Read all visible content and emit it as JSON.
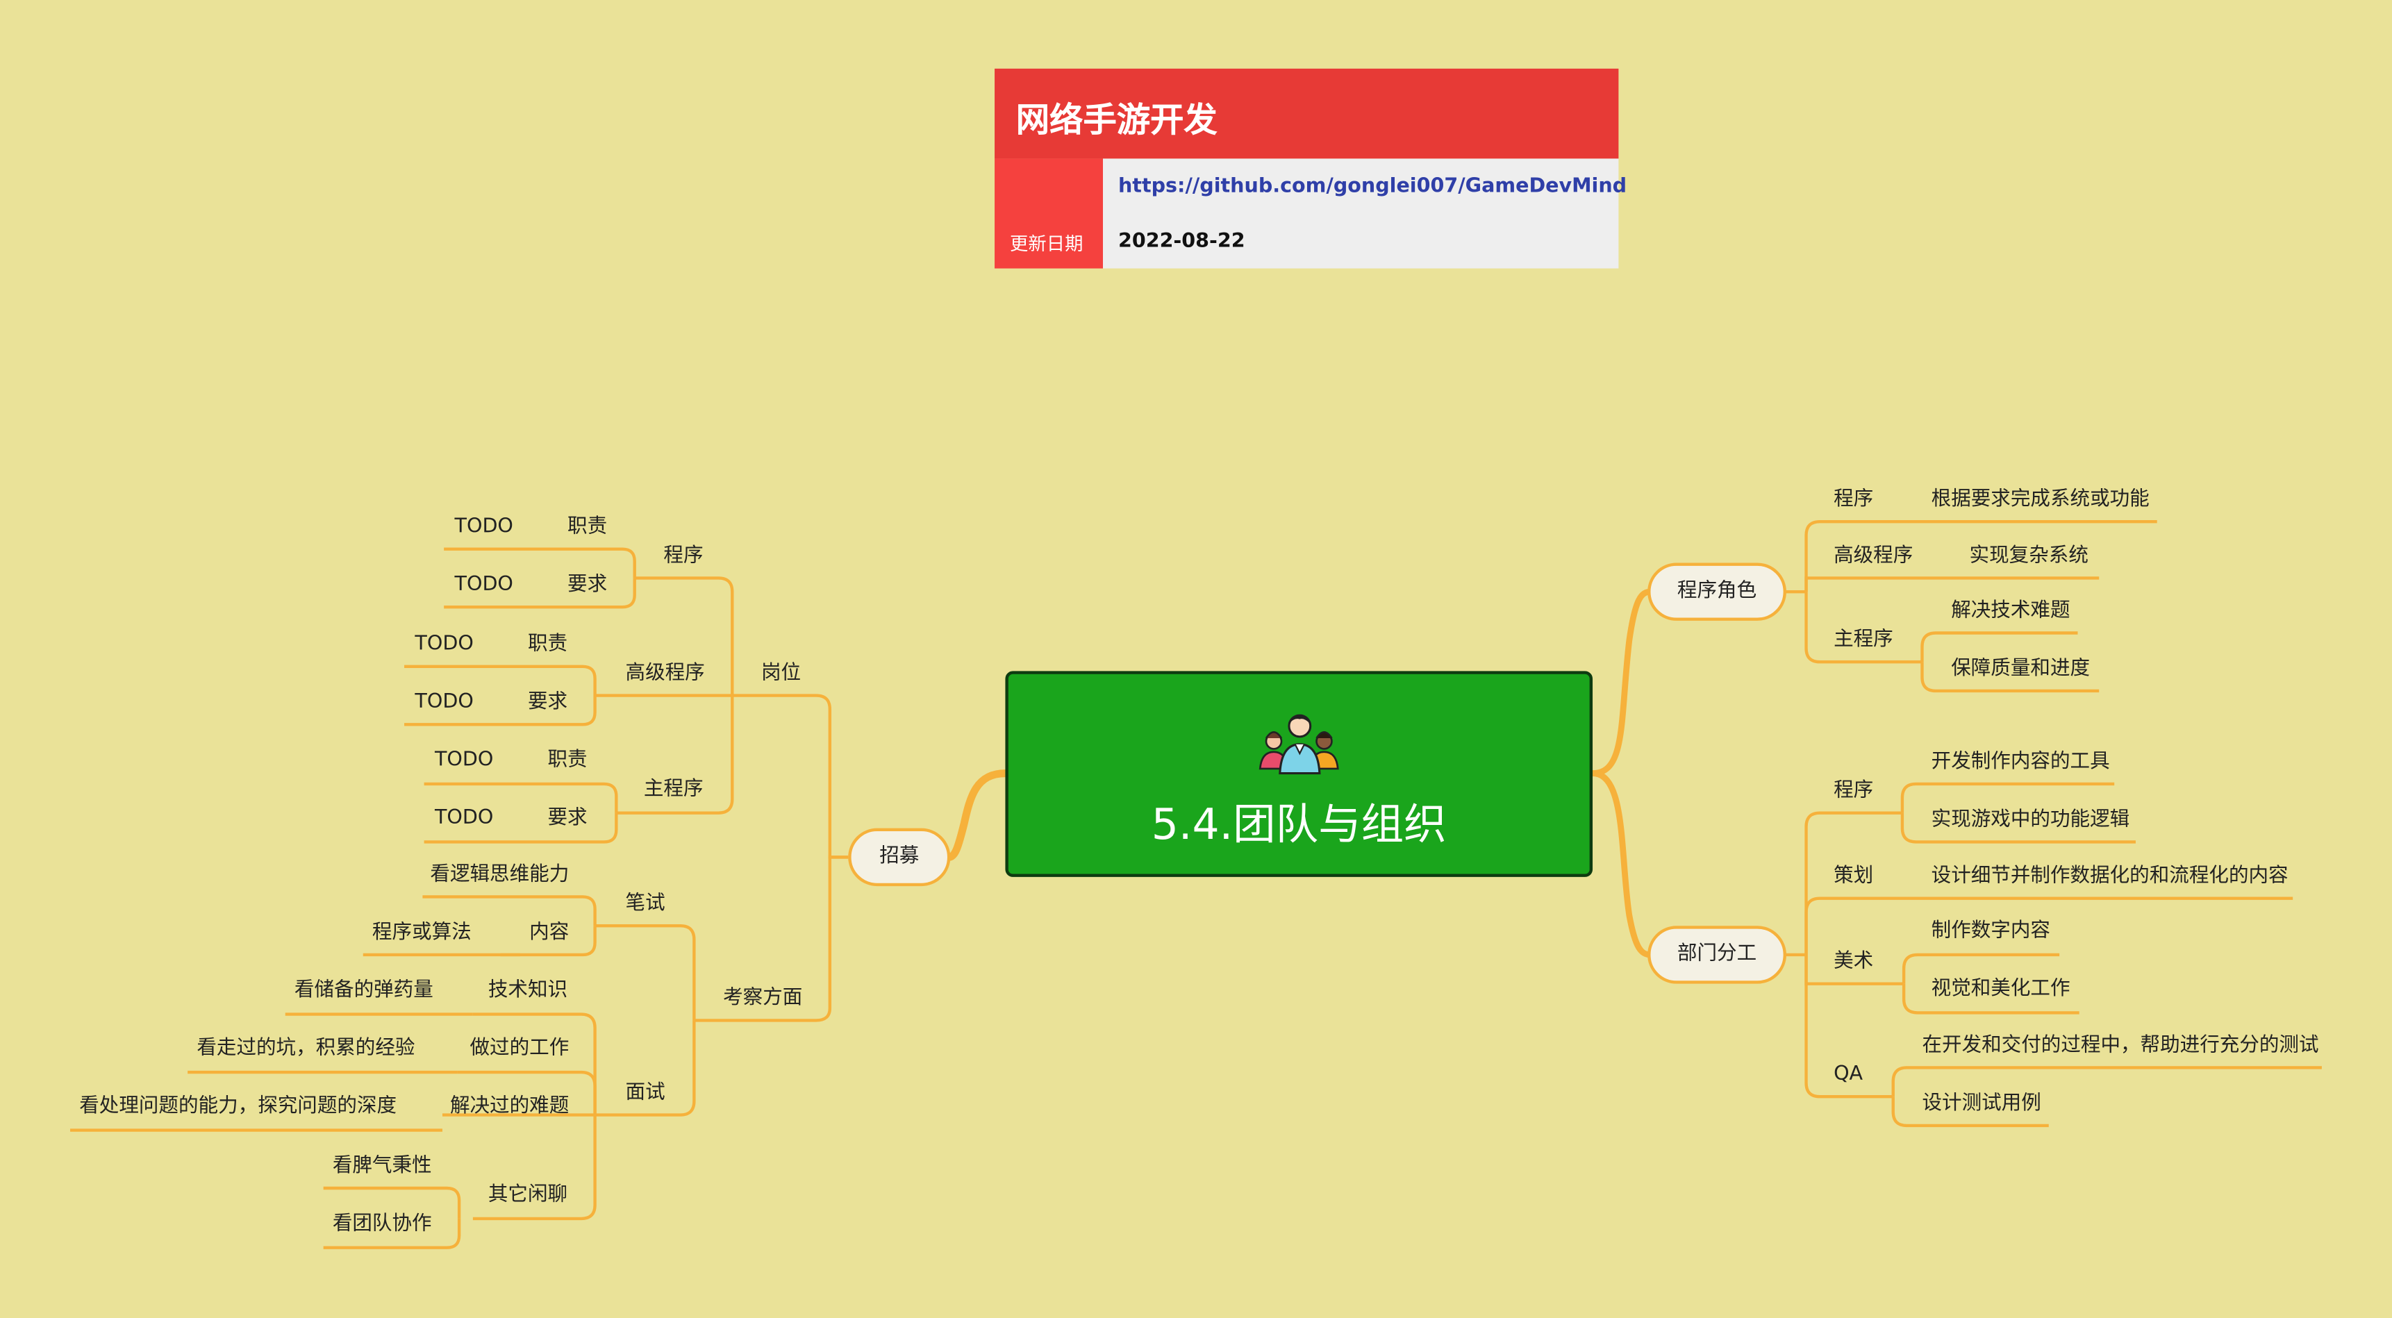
{
  "header": {
    "title": "网络手游开发",
    "link": "https://github.com/gonglei007/GameDevMind",
    "date_label": "更新日期",
    "date": "2022-08-22"
  },
  "central": {
    "title": "5.4.团队与组织",
    "icon": "team-people-icon"
  },
  "left": {
    "recruit": "招募",
    "positions": {
      "label": "岗位",
      "program": {
        "label": "程序",
        "duty": "职责",
        "duty_todo": "TODO",
        "req": "要求",
        "req_todo": "TODO"
      },
      "senior": {
        "label": "高级程序",
        "duty": "职责",
        "duty_todo": "TODO",
        "req": "要求",
        "req_todo": "TODO"
      },
      "lead": {
        "label": "主程序",
        "duty": "职责",
        "duty_todo": "TODO",
        "req": "要求",
        "req_todo": "TODO"
      }
    },
    "assessment": {
      "label": "考察方面",
      "written": {
        "label": "笔试",
        "logic": "看逻辑思维能力",
        "content": "内容",
        "content_detail": "程序或算法"
      },
      "interview": {
        "label": "面试",
        "tech": "技术知识",
        "tech_detail": "看储备的弹药量",
        "work": "做过的工作",
        "work_detail": "看走过的坑，积累的经验",
        "problem": "解决过的难题",
        "problem_detail": "看处理问题的能力，探究问题的深度",
        "chat": "其它闲聊",
        "chat_1": "看脾气秉性",
        "chat_2": "看团队协作"
      }
    }
  },
  "right": {
    "roles": {
      "label": "程序角色",
      "program": "程序",
      "program_desc": "根据要求完成系统或功能",
      "senior": "高级程序",
      "senior_desc": "实现复杂系统",
      "lead": "主程序",
      "lead_desc_1": "解决技术难题",
      "lead_desc_2": "保障质量和进度"
    },
    "division": {
      "label": "部门分工",
      "program": "程序",
      "program_1": "开发制作内容的工具",
      "program_2": "实现游戏中的功能逻辑",
      "design": "策划",
      "design_desc": "设计细节并制作数据化的和流程化的内容",
      "art": "美术",
      "art_1": "制作数字内容",
      "art_2": "视觉和美化工作",
      "qa": "QA",
      "qa_1": "在开发和交付的过程中，帮助进行充分的测试",
      "qa_2": "设计测试用例"
    }
  },
  "colors": {
    "background": "#EAE298",
    "branch": "#F6B13B",
    "central": "#1AA51C",
    "header": "#E73A36"
  }
}
